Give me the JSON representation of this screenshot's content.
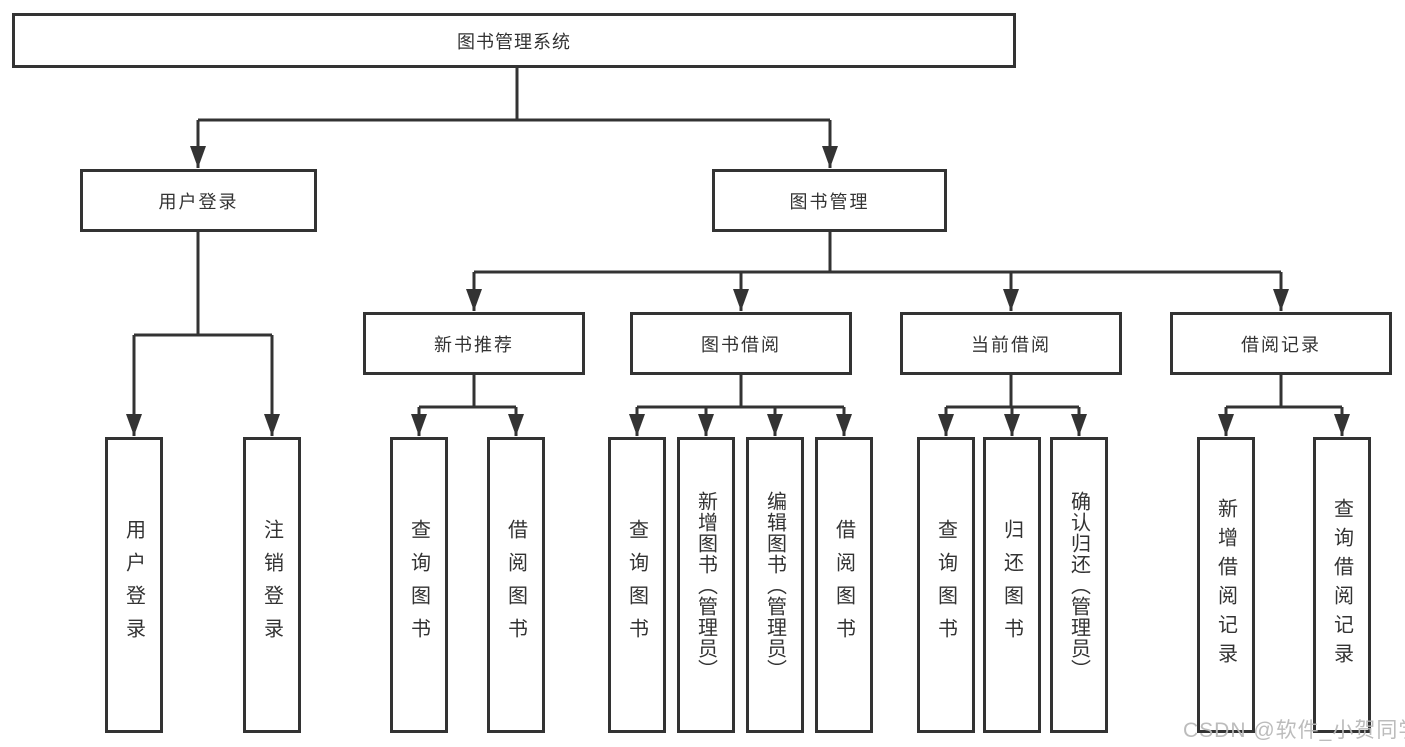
{
  "tree": {
    "label": "图书管理系统",
    "children": [
      {
        "label": "用户登录",
        "children": [
          {
            "label": "用户登录"
          },
          {
            "label": "注销登录"
          }
        ]
      },
      {
        "label": "图书管理",
        "children": [
          {
            "label": "新书推荐",
            "children": [
              {
                "label": "查询图书"
              },
              {
                "label": "借阅图书"
              }
            ]
          },
          {
            "label": "图书借阅",
            "children": [
              {
                "label": "查询图书"
              },
              {
                "label": "新增图书（管理员）"
              },
              {
                "label": "编辑图书（管理员）"
              },
              {
                "label": "借阅图书"
              }
            ]
          },
          {
            "label": "当前借阅",
            "children": [
              {
                "label": "查询图书"
              },
              {
                "label": "归还图书"
              },
              {
                "label": "确认归还（管理员）"
              }
            ]
          },
          {
            "label": "借阅记录",
            "children": [
              {
                "label": "新增借阅记录"
              },
              {
                "label": "查询借阅记录"
              }
            ]
          }
        ]
      }
    ]
  },
  "watermark": {
    "text": "CSDN @软件_小贺同学"
  },
  "colors": {
    "line": "#333333",
    "box_border": "#333333",
    "text": "#333333",
    "watermark": "#b9b9b9",
    "background": "#ffffff"
  }
}
